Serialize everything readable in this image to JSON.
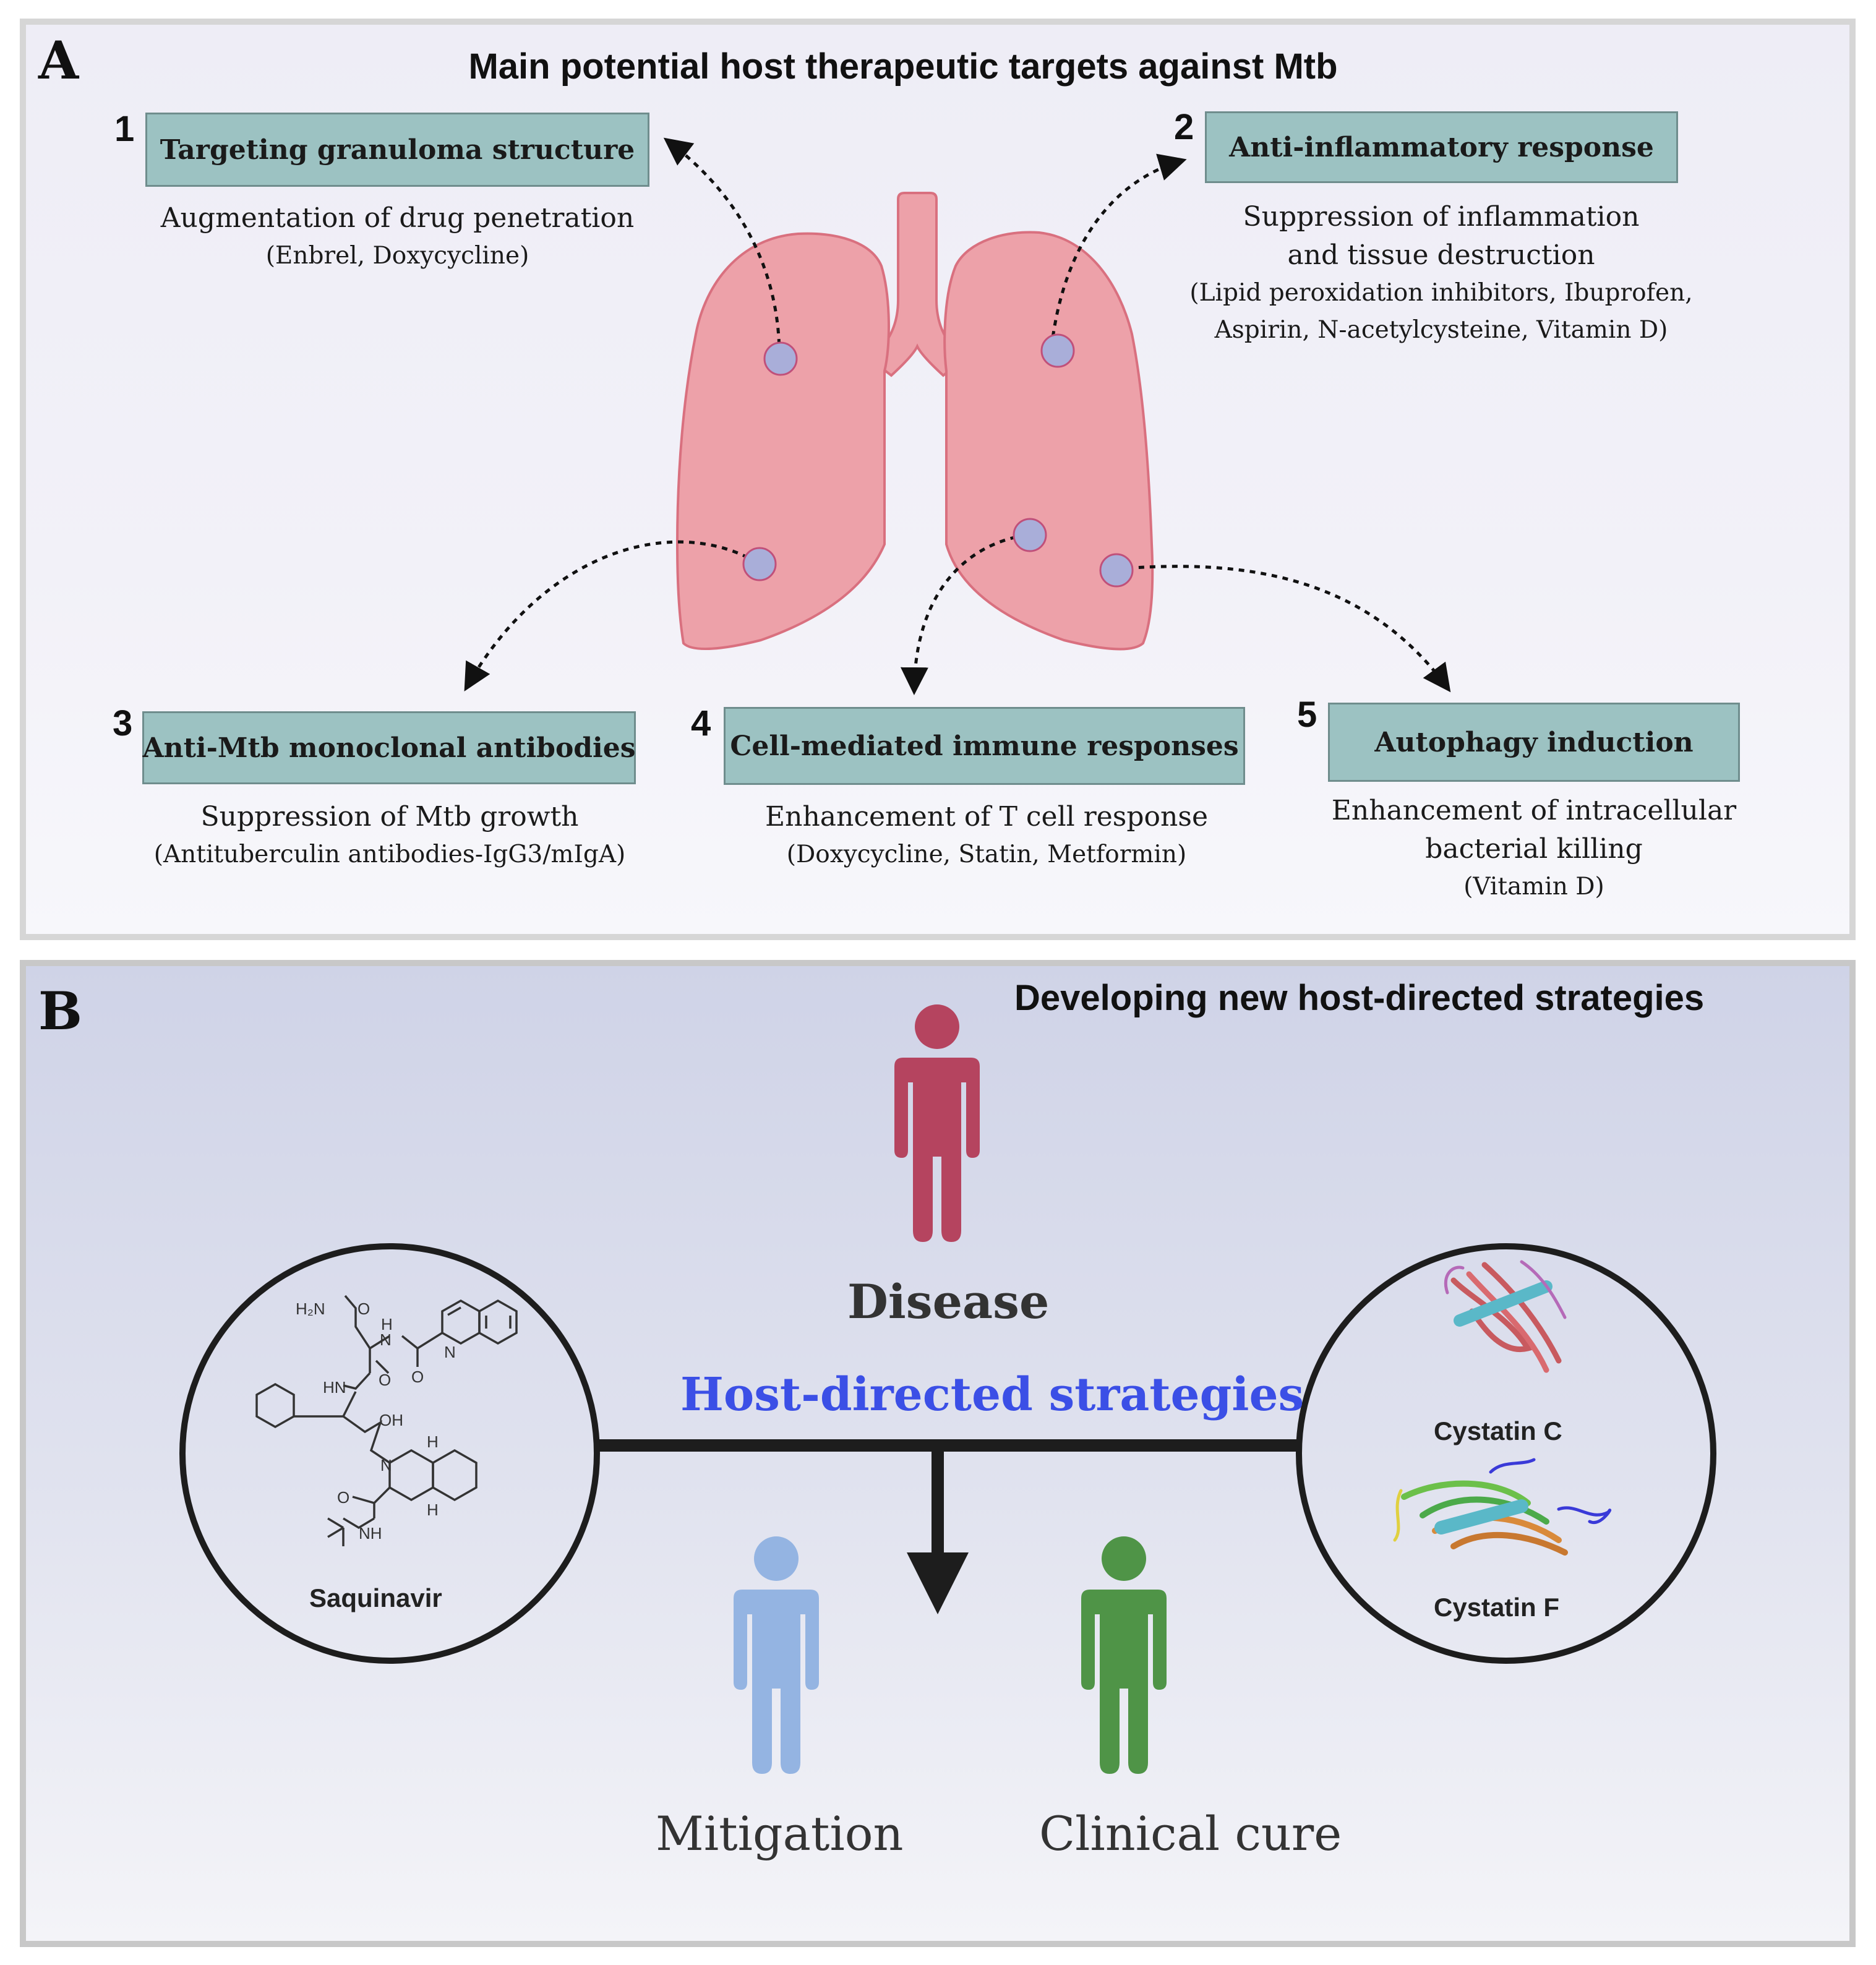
{
  "panel_a": {
    "letter": "A",
    "title": "Main potential host therapeutic targets against Mtb",
    "targets": [
      {
        "number": "1",
        "label": "Targeting granuloma structure",
        "lines": [
          "Augmentation of drug penetration"
        ],
        "drugs": [
          "(Enbrel, Doxycycline)"
        ]
      },
      {
        "number": "2",
        "label": "Anti-inflammatory response",
        "lines": [
          "Suppression of inflammation",
          "and tissue destruction"
        ],
        "drugs": [
          "(Lipid peroxidation inhibitors, Ibuprofen,",
          "Aspirin, N-acetylcysteine, Vitamin D)"
        ]
      },
      {
        "number": "3",
        "label": "Anti-Mtb monoclonal antibodies",
        "lines": [
          "Suppression of Mtb growth"
        ],
        "drugs": [
          "(Antituberculin antibodies-IgG3/mIgA)"
        ]
      },
      {
        "number": "4",
        "label": "Cell-mediated immune responses",
        "lines": [
          "Enhancement of T cell response"
        ],
        "drugs": [
          "(Doxycycline, Statin, Metformin)"
        ]
      },
      {
        "number": "5",
        "label": "Autophagy induction",
        "lines": [
          "Enhancement  of intracellular",
          "bacterial killing"
        ],
        "drugs": [
          "(Vitamin D)"
        ]
      }
    ]
  },
  "panel_b": {
    "letter": "B",
    "title": "Developing new host-directed strategies",
    "disease": "Disease",
    "strategies": "Host-directed strategies",
    "mitigation": "Mitigation",
    "cure": "Clinical cure",
    "left_circle": {
      "label": "Saquinavir",
      "atoms": {
        "h2n": "H₂N",
        "o1": "O",
        "h": "H",
        "n1": "N",
        "o2": "O",
        "n2": "N",
        "hn": "HN",
        "o3": "O",
        "oh": "OH",
        "n3": "N",
        "h1": "H",
        "h2": "H",
        "o4": "O",
        "nh": "NH"
      }
    },
    "right_circle": {
      "labels": [
        "Cystatin C",
        "Cystatin F"
      ]
    }
  },
  "colors": {
    "disease": "#b5445f",
    "mitigation": "#94b4e2",
    "cure": "#4f9447",
    "strategies": "#3b4fe6",
    "box_fill": "#9cc2c2",
    "lung": "#eda1a9",
    "lung_edge": "#d9707f",
    "node": "#a9aed9"
  }
}
